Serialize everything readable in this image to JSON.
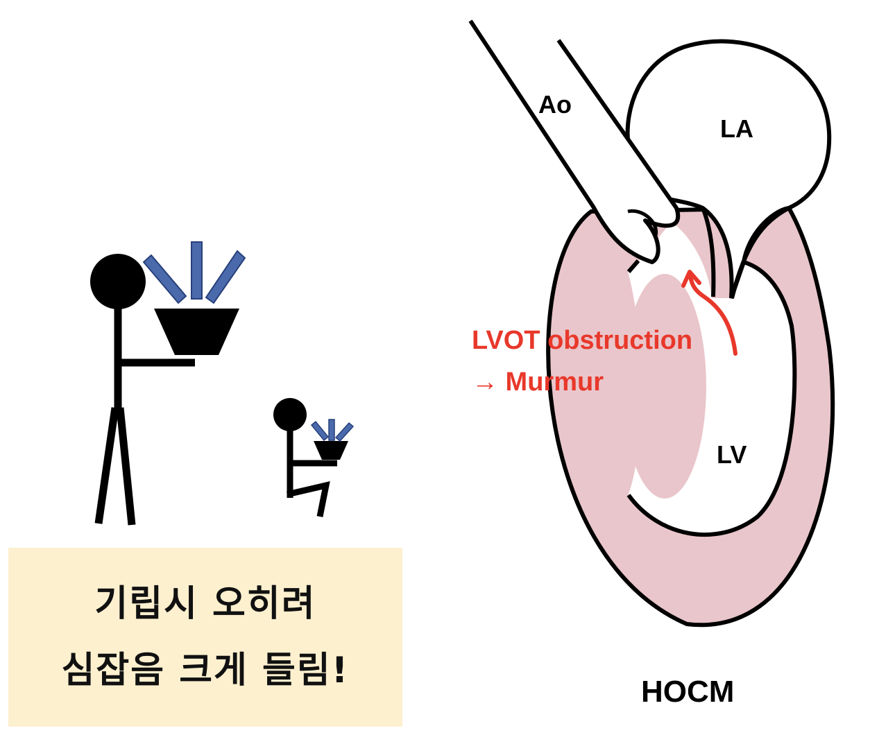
{
  "left_panel": {
    "caption_line1": "기립시 오히려",
    "caption_line2": "심잡음 크게 들림!",
    "caption_bg": "#fdf0cf",
    "figures": [
      "standing-person-holding-speaker",
      "squatting-person-holding-speaker"
    ],
    "sound_ray_color": "#4a6aac"
  },
  "right_panel": {
    "labels": {
      "aorta": "Ao",
      "left_atrium": "LA",
      "left_ventricle": "LV",
      "title": "HOCM"
    },
    "annotation_line1": "LVOT obstruction",
    "annotation_line2": "→ Murmur",
    "annotation_color": "#e8382b",
    "myocardium_color": "#e9c6cb"
  }
}
